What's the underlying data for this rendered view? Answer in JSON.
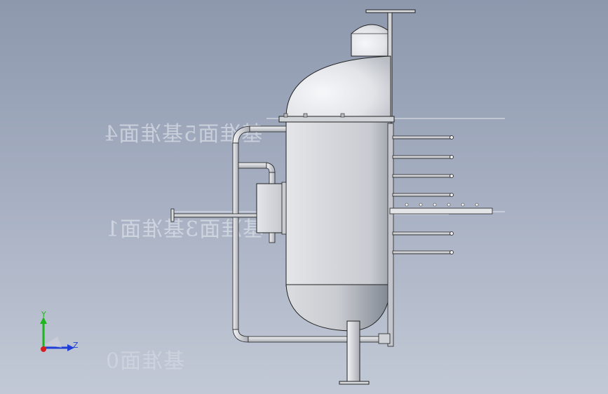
{
  "viewport": {
    "background_top": "#8d98ad",
    "background_bottom": "#c2c9d6"
  },
  "datum_planes": [
    {
      "id": "plane-4",
      "label": "基准面5基准面4"
    },
    {
      "id": "plane-1",
      "label": "基准面3基准面1"
    },
    {
      "id": "plane-0",
      "label": "基准面0"
    }
  ],
  "triad": {
    "y_label": "Y",
    "z_label": "Z",
    "y_color": "#1fb51f",
    "z_color": "#1f3fd6",
    "x_color": "#d61f1f"
  },
  "model": {
    "icon": "pressure-vessel-model",
    "body_color": "#d6d8dc",
    "edge_color": "#1a1a1a",
    "nozzle_count": 7
  }
}
